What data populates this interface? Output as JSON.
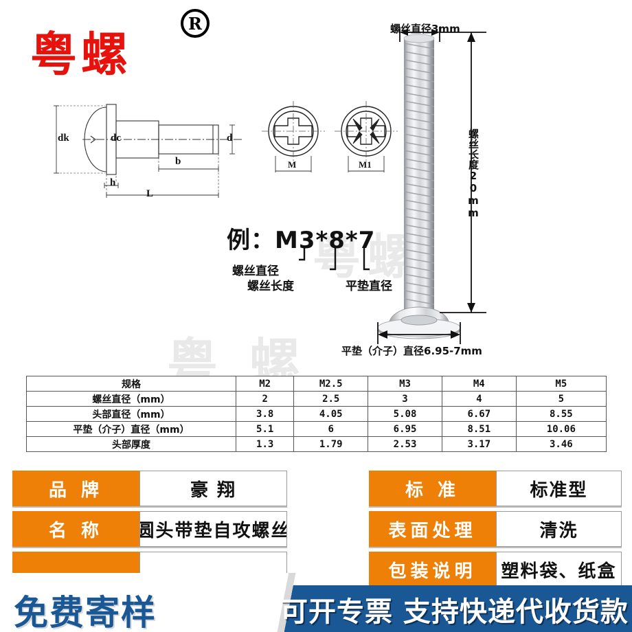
{
  "brand": {
    "logo_text": "粤螺",
    "registered_mark": "®"
  },
  "drawing": {
    "labels": {
      "dk": "dk",
      "dc": "dc",
      "d": "d",
      "b": "b",
      "h": "h",
      "L": "L"
    }
  },
  "head_views": {
    "phillips_label": "M",
    "pozidriv_label": "M1"
  },
  "example": {
    "prefix": "例：",
    "code": "M3*8*7",
    "caption_diameter": "螺丝直径",
    "caption_length": "螺丝长度",
    "caption_washer": "平垫直径"
  },
  "photo": {
    "top_label": "螺丝直径3mm",
    "side_label": "螺丝长度20mm",
    "bottom_label": "平垫（介子）直径6.95-7mm"
  },
  "spec_table": {
    "row_headers": [
      "规格",
      "螺丝直径（mm）",
      "头部直径（mm）",
      "平垫（介子）直径（mm）",
      "头部厚度"
    ],
    "columns": [
      "M2",
      "M2.5",
      "M3",
      "M4",
      "M5"
    ],
    "rows": [
      [
        "2",
        "2.5",
        "3",
        "4",
        "5"
      ],
      [
        "3.8",
        "4.05",
        "5.08",
        "6.67",
        "8.55"
      ],
      [
        "5.1",
        "6",
        "6.95",
        "8.51",
        "10.06"
      ],
      [
        "1.3",
        "1.79",
        "2.53",
        "3.17",
        "3.46"
      ]
    ]
  },
  "info_left": [
    {
      "key": "品 牌",
      "value": "豪 翔"
    },
    {
      "key": "名 称",
      "value": "圆头带垫自攻螺丝"
    }
  ],
  "info_right": [
    {
      "key": "标 准",
      "value": "标准型"
    },
    {
      "key": "表面处理",
      "value": "清洗"
    },
    {
      "key": "包装说明",
      "value": "塑料袋、纸盒"
    }
  ],
  "banner": {
    "left_text": "免费寄样",
    "right_text": "可开专票 支持快递代收货款"
  },
  "watermark": {
    "text1": "粤螺",
    "text2": "粤 螺"
  },
  "colors": {
    "orange": "#ee8008",
    "blue": "#1a5795",
    "logo_red": "#e8120d"
  }
}
